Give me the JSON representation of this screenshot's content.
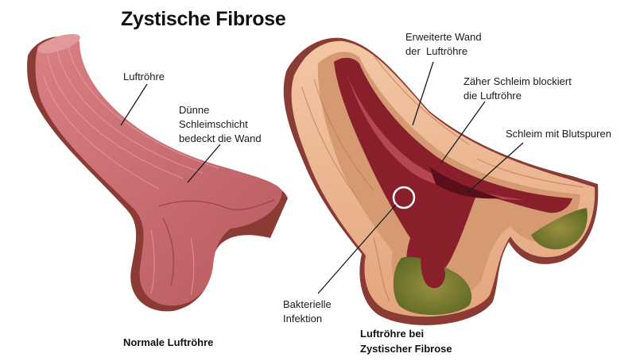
{
  "title": "Zystische Fibrose",
  "labels": {
    "trachea": "Luftröhre",
    "thin_mucus": "Dünne\nSchleimschicht\nbedeckt die Wand",
    "widened_wall": "Erweiterte Wand\nder  Luftröhre",
    "viscous_mucus": "Zäher Schleim blockiert\ndie Luftröhre",
    "blood_mucus": "Schleim mit Blutspuren",
    "bacterial_infection": "Bakterielle\nInfektion"
  },
  "captions": {
    "normal": "Normale Luftröhre",
    "cf": "Luftröhre bei\nZystischer Fibrose"
  },
  "colors": {
    "normal_tube": "#c96a6f",
    "normal_lumen": "#b95a60",
    "outer_tissue": "#8a3b34",
    "wall_layer": "#eab38f",
    "inner_wall": "#c98a63",
    "mucus_dark": "#8a1f2c",
    "infected_mucus": "#8a8a3a",
    "infection_marker": "#ffffff"
  }
}
